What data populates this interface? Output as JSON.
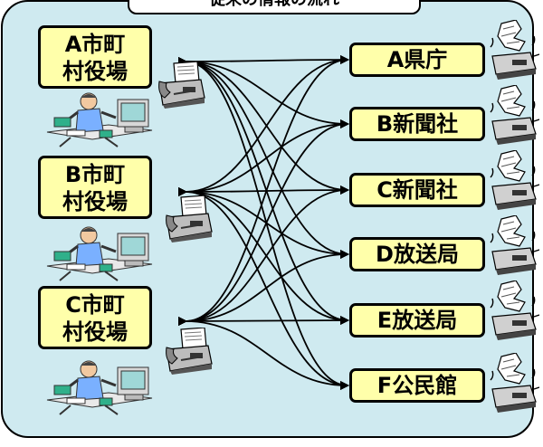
{
  "title": "従来の情報の流れ",
  "offices": [
    {
      "line1": "A市町",
      "line2": "村役場"
    },
    {
      "line1": "B市町",
      "line2": "村役場"
    },
    {
      "line1": "C市町",
      "line2": "村役場"
    }
  ],
  "destinations": [
    {
      "label": "A県庁"
    },
    {
      "label": "B新聞社"
    },
    {
      "label": "C新聞社"
    },
    {
      "label": "D放送局"
    },
    {
      "label": "E放送局"
    },
    {
      "label": "F公民館"
    }
  ],
  "colors": {
    "panel": "#cfeaf0",
    "box_fill": "#ffffaa",
    "line": "#000000"
  },
  "icons": {
    "office_device": "fax-machine-icon",
    "office_staff": "busy-office-worker-icon",
    "destination_device": "ringing-fax-icon"
  }
}
